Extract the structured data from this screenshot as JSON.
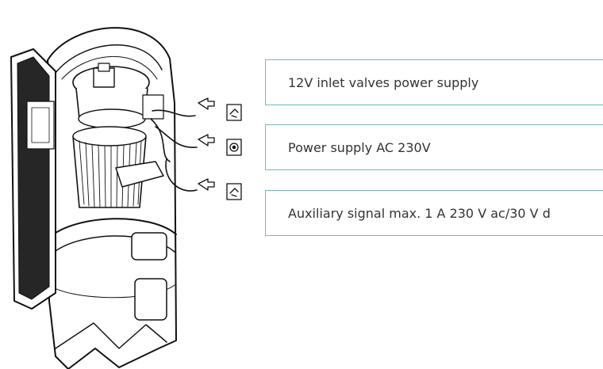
{
  "callouts": [
    {
      "label": "12V inlet valves power supply"
    },
    {
      "label": "Power supply AC 230V"
    },
    {
      "label": "Auxiliary signal max. 1 A 230 V ac/30 V d"
    }
  ],
  "colors": {
    "callout_border": "#74b7b8",
    "line_art": "#111111",
    "text": "#333333"
  },
  "icons": [
    "arrow-outline-icon",
    "socket-plug-icon",
    "round-socket-icon"
  ]
}
